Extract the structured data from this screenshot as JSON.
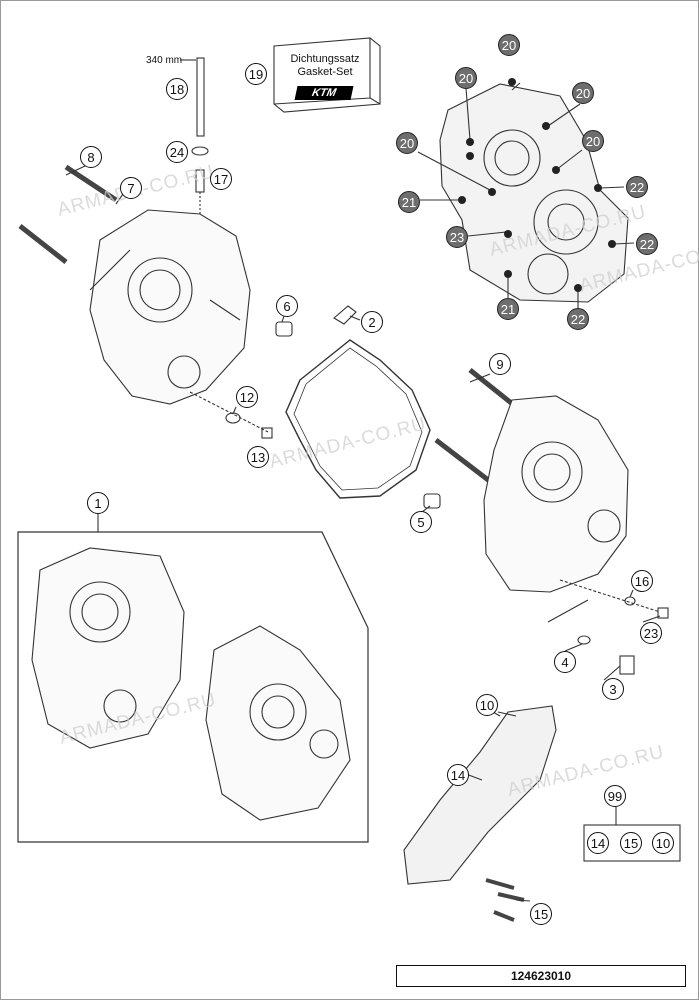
{
  "gasket_box": {
    "line1": "Dichtungssatz",
    "line2": "Gasket-Set",
    "logo": "KTM"
  },
  "dimension_label": "340 mm",
  "watermark": "ARMADA-CO.RU",
  "footer_code": "124623010",
  "callouts": [
    {
      "id": "c18",
      "label": "18"
    },
    {
      "id": "c19",
      "label": "19"
    },
    {
      "id": "c24",
      "label": "24"
    },
    {
      "id": "c17",
      "label": "17"
    },
    {
      "id": "c8",
      "label": "8"
    },
    {
      "id": "c7",
      "label": "7"
    },
    {
      "id": "c6",
      "label": "6"
    },
    {
      "id": "c2",
      "label": "2"
    },
    {
      "id": "c12",
      "label": "12"
    },
    {
      "id": "c13",
      "label": "13"
    },
    {
      "id": "c1",
      "label": "1"
    },
    {
      "id": "c9",
      "label": "9"
    },
    {
      "id": "c5",
      "label": "5"
    },
    {
      "id": "c16",
      "label": "16"
    },
    {
      "id": "c23b",
      "label": "23"
    },
    {
      "id": "c4",
      "label": "4"
    },
    {
      "id": "c3",
      "label": "3"
    },
    {
      "id": "c10",
      "label": "10"
    },
    {
      "id": "c14",
      "label": "14"
    },
    {
      "id": "c99",
      "label": "99"
    },
    {
      "id": "c14k",
      "label": "14"
    },
    {
      "id": "c15k",
      "label": "15"
    },
    {
      "id": "c10k",
      "label": "10"
    },
    {
      "id": "c15",
      "label": "15"
    },
    {
      "id": "c20a",
      "label": "20"
    },
    {
      "id": "c20b",
      "label": "20"
    },
    {
      "id": "c20c",
      "label": "20"
    },
    {
      "id": "c20d",
      "label": "20"
    },
    {
      "id": "c20e",
      "label": "20"
    },
    {
      "id": "c21a",
      "label": "21"
    },
    {
      "id": "c22a",
      "label": "22"
    },
    {
      "id": "c23a",
      "label": "23"
    },
    {
      "id": "c22b",
      "label": "22"
    },
    {
      "id": "c21b",
      "label": "21"
    },
    {
      "id": "c22c",
      "label": "22"
    }
  ]
}
